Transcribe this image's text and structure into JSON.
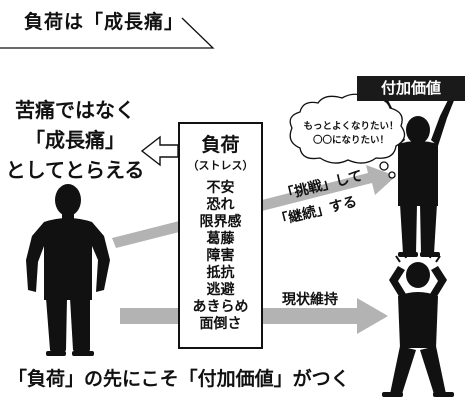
{
  "header": {
    "title": "負荷は「成長痛」"
  },
  "left_text": {
    "line1": "苦痛ではなく",
    "line2": "「成長痛」",
    "line3": "としてとらえる"
  },
  "center_box": {
    "title": "負荷",
    "subtitle": "（ストレス）",
    "items": [
      "不安",
      "恐れ",
      "限界感",
      "葛藤",
      "障害",
      "抵抗",
      "逃避",
      "あきらめ",
      "面倒さ"
    ]
  },
  "arrows": {
    "upper_label_1": "「挑戦」して",
    "upper_label_2": "「継続」する",
    "lower_label": "現状維持"
  },
  "thought_bubble": {
    "line1": "もっとよくなりたい！",
    "line2": "〇〇になりたい！"
  },
  "value_badge": "付加価値",
  "footer": "「負荷」の先にこそ「付加価値」がつく",
  "colors": {
    "silhouette": "#111111",
    "arrow": "#b3b3b3",
    "badge": "#1a1a1a",
    "background": "#ffffff"
  }
}
